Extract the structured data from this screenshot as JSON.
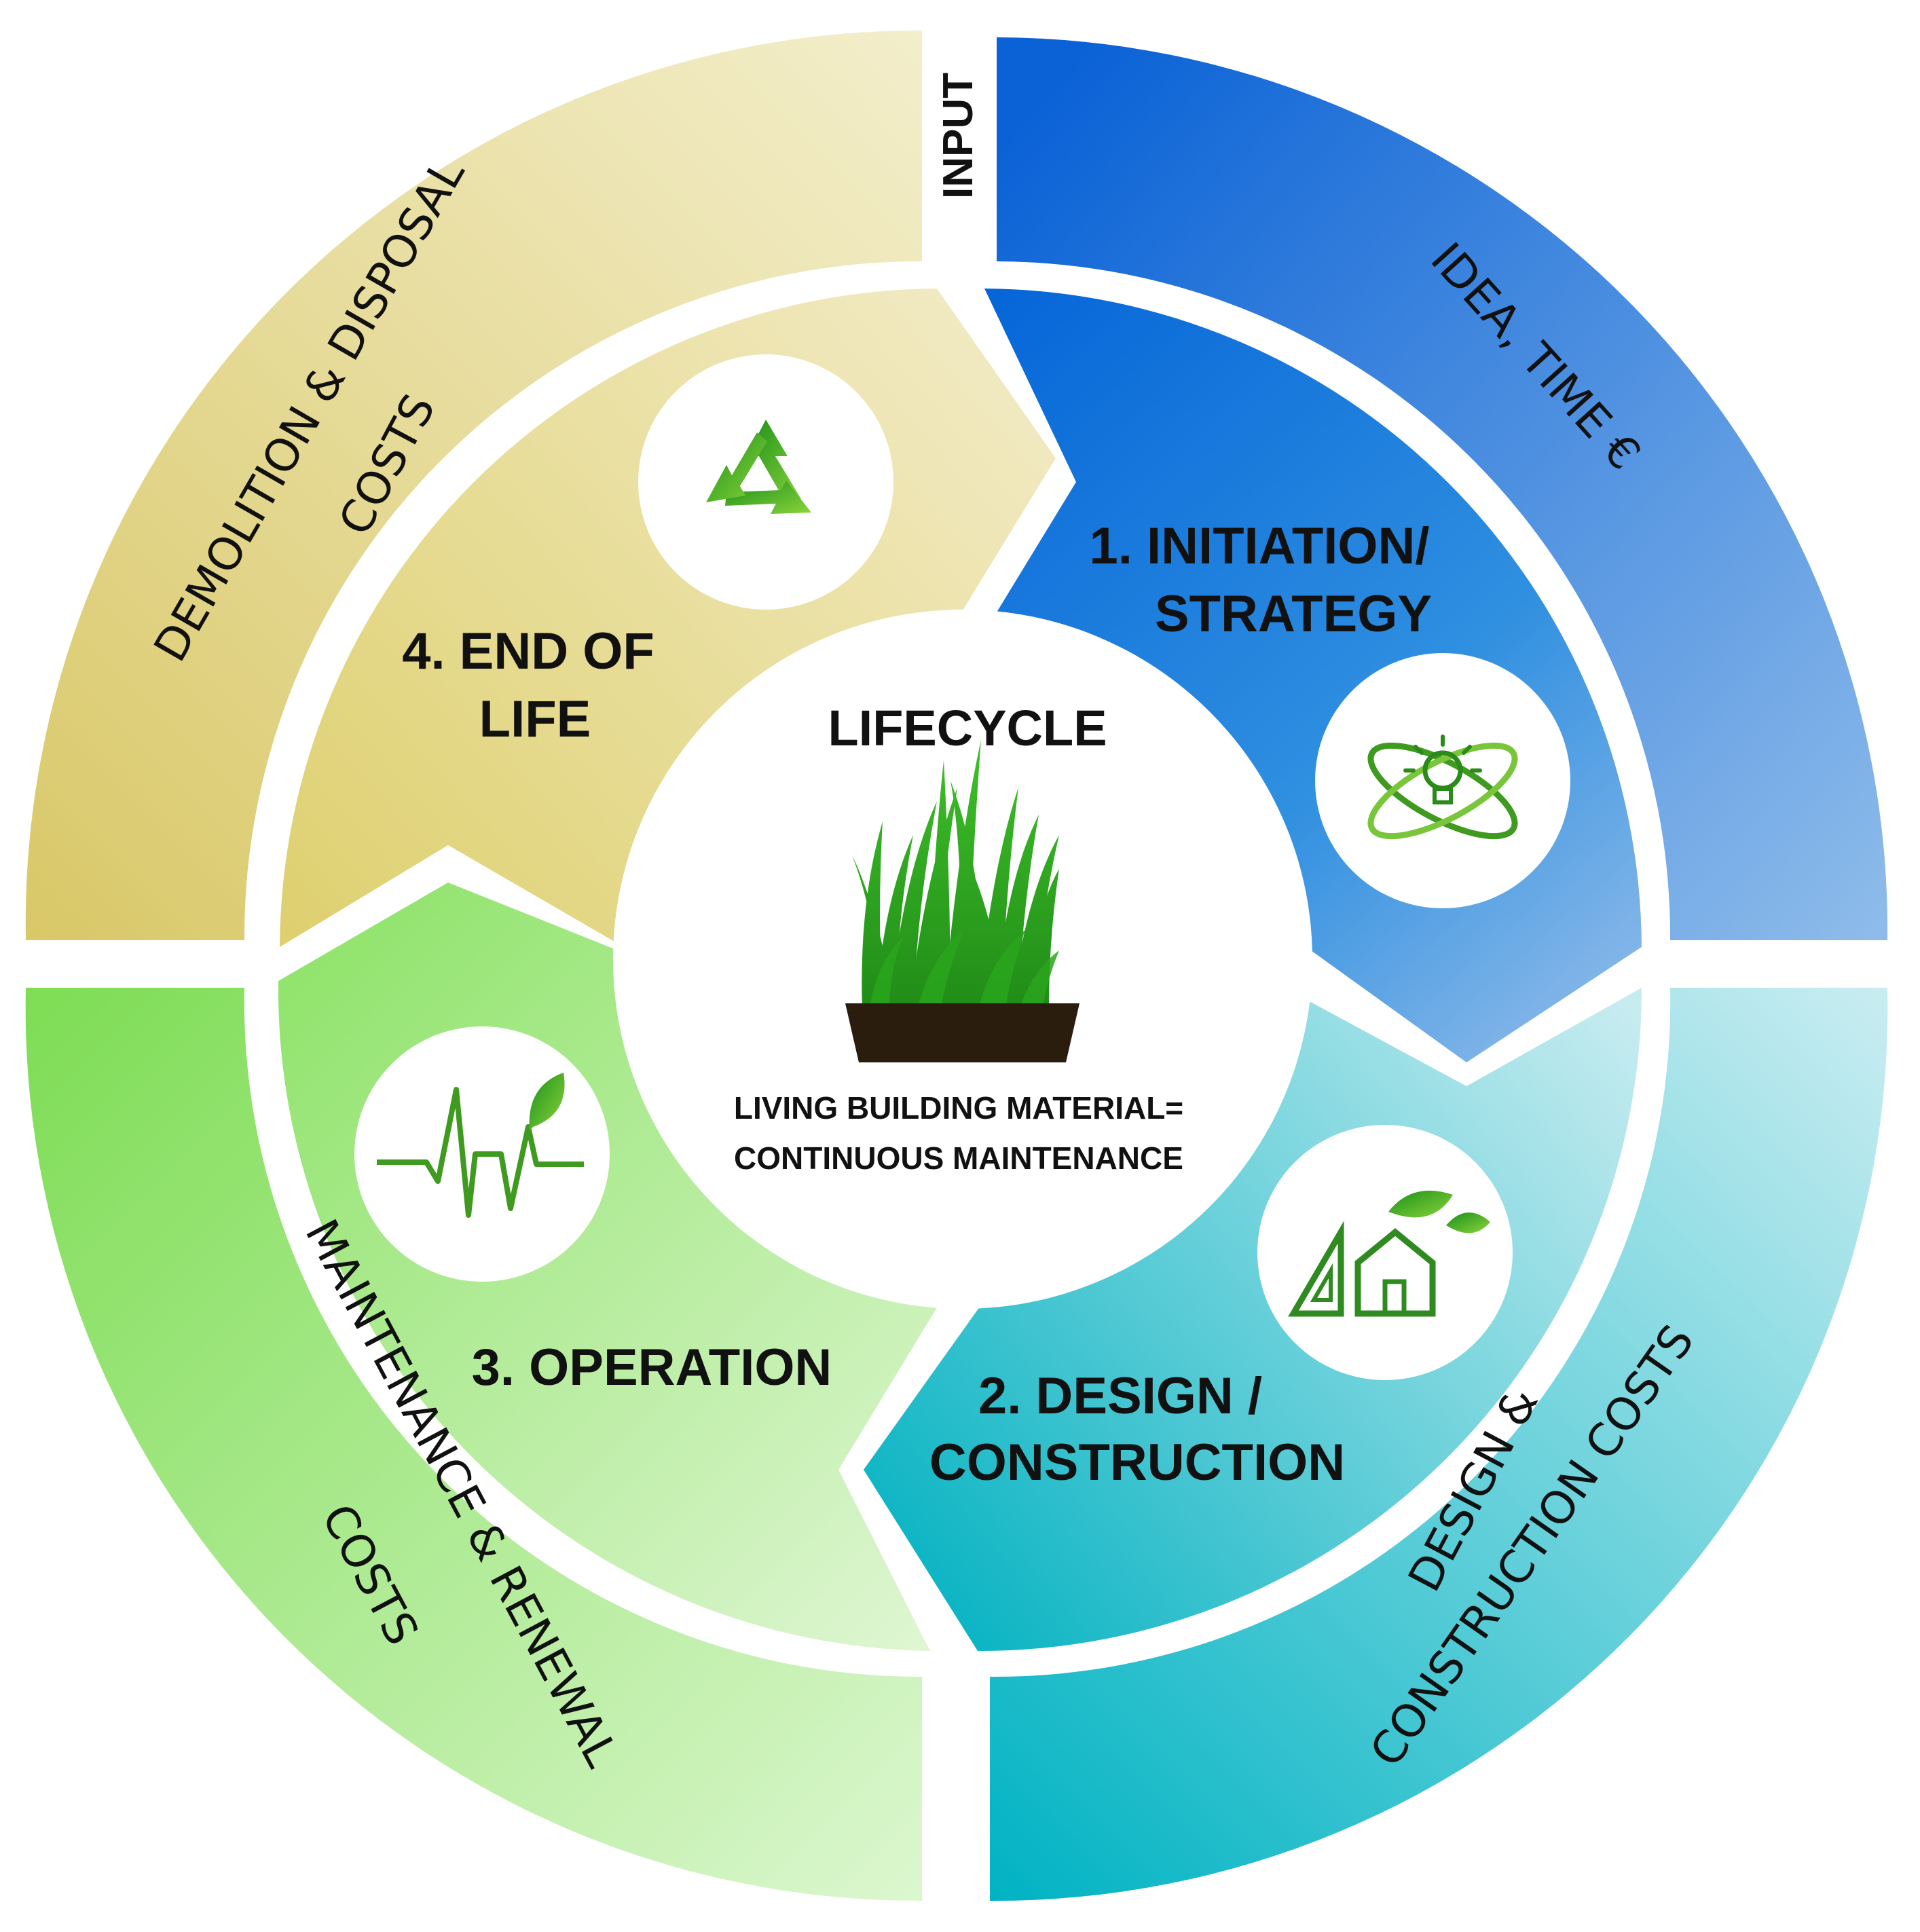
{
  "center": {
    "title": "LIFECYCLE",
    "subtitle_line1": "LIVING BUILDING MATERIAL=",
    "subtitle_line2": "CONTINUOUS MAINTENANCE"
  },
  "input_label": "INPUT",
  "stages": [
    {
      "id": "initiation",
      "label_line1": "1. INITIATION/",
      "label_line2": "STRATEGY",
      "outer_label_line1": "IDEA, TIME €",
      "outer_label_line2": "",
      "icon": "lightbulb-orbit-icon",
      "color_outer_start": "#0a62d6",
      "color_outer_end": "#8dbbea"
    },
    {
      "id": "design",
      "label_line1": "2. DESIGN /",
      "label_line2": "CONSTRUCTION",
      "outer_label_line1": "DESIGN &",
      "outer_label_line2": "CONSTRUCTION COSTS",
      "icon": "house-ruler-leaf-icon",
      "color_outer_start": "#00b3c3",
      "color_outer_end": "#c3ebef"
    },
    {
      "id": "operation",
      "label_line1": "3. OPERATION",
      "label_line2": "",
      "outer_label_line1": "MAINTENANCE & RENEWAL",
      "outer_label_line2": "COSTS",
      "icon": "heartbeat-leaf-icon",
      "color_outer_start": "#84e05e",
      "color_outer_end": "#d6f5c6"
    },
    {
      "id": "end-of-life",
      "label_line1": "4. END OF",
      "label_line2": "LIFE",
      "outer_label_line1": "DEMOLITION & DISPOSAL",
      "outer_label_line2": "COSTS",
      "icon": "recycle-icon",
      "color_outer_start": "#dccb6a",
      "color_outer_end": "#f1ebc4"
    }
  ]
}
